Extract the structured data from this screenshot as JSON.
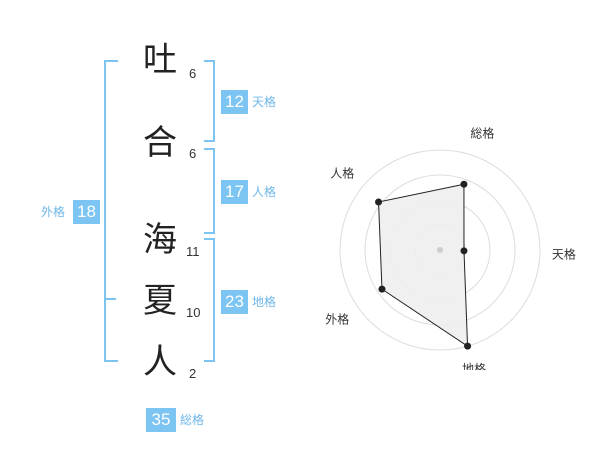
{
  "characters": [
    {
      "char": "吐",
      "strokes": "6"
    },
    {
      "char": "合",
      "strokes": "6"
    },
    {
      "char": "海",
      "strokes": "11"
    },
    {
      "char": "夏",
      "strokes": "10"
    },
    {
      "char": "人",
      "strokes": "2"
    }
  ],
  "fortunes": {
    "tenkaku": {
      "value": "12",
      "label": "天格"
    },
    "jinkaku": {
      "value": "17",
      "label": "人格"
    },
    "chikaku": {
      "value": "23",
      "label": "地格"
    },
    "gaikaku": {
      "value": "18",
      "label": "外格"
    },
    "soukaku": {
      "value": "35",
      "label": "総格"
    }
  },
  "chart_data": {
    "type": "radar",
    "axes": [
      "総格",
      "天格",
      "地格",
      "外格",
      "人格"
    ],
    "values": [
      3.5,
      1.2,
      5,
      3.5,
      3.9
    ],
    "max": 5,
    "rings": 4,
    "colors": {
      "fill": "#eeeeee",
      "stroke": "#222222",
      "grid": "#dddddd",
      "accent": "#7cc4f2"
    }
  }
}
